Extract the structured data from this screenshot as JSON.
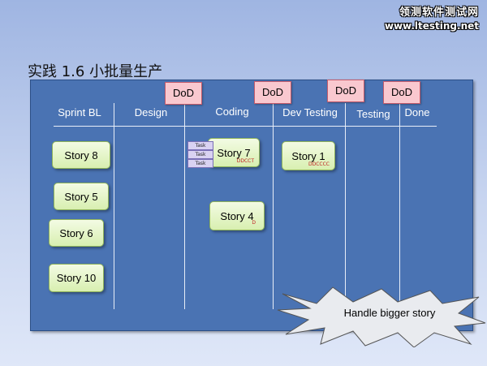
{
  "watermark": {
    "line1": "领测软件测试网",
    "line2": "www.ltesting.net"
  },
  "slide": {
    "title": "实践 1.6 小批量生产"
  },
  "board": {
    "columns": [
      "Sprint BL",
      "Design",
      "Coding",
      "Dev Testing",
      "Testing",
      "Done"
    ],
    "dod_label": "DoD"
  },
  "stories": {
    "story8": "Story 8",
    "story5": "Story 5",
    "story6": "Story 6",
    "story10": "Story 10",
    "story7": "Story 7",
    "story7_tag": "DDCCT",
    "story4": "Story 4",
    "story4_tag": "D",
    "story1": "Story 1",
    "story1_tag": "DDCCCC"
  },
  "tasks": [
    "Task",
    "Task",
    "Task"
  ],
  "callout": "Handle bigger story",
  "colors": {
    "board": "#4a73b3",
    "story_card": "#d8efb0",
    "dod": "#f9c8cf",
    "task": "#d9d2f2"
  }
}
